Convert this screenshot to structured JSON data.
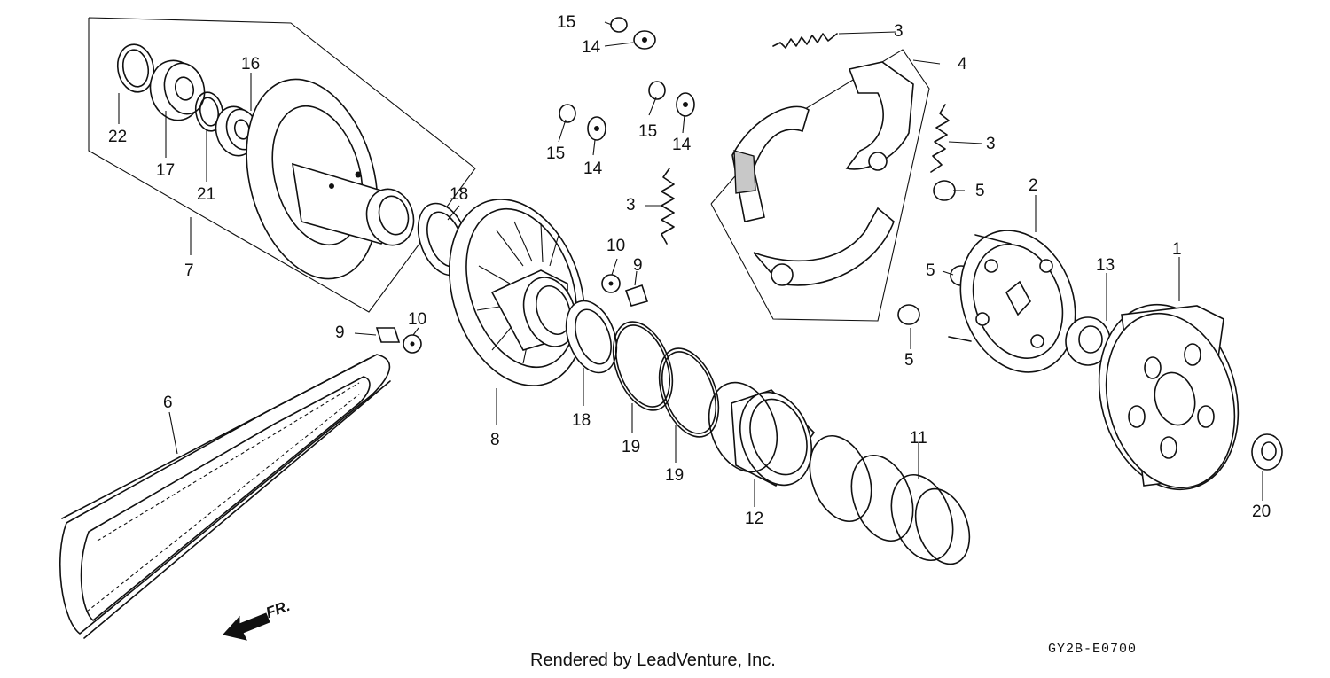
{
  "diagram": {
    "callouts": [
      {
        "id": "c1",
        "text": "1"
      },
      {
        "id": "c2",
        "text": "2"
      },
      {
        "id": "c3a",
        "text": "3"
      },
      {
        "id": "c3b",
        "text": "3"
      },
      {
        "id": "c3c",
        "text": "3"
      },
      {
        "id": "c4",
        "text": "4"
      },
      {
        "id": "c5a",
        "text": "5"
      },
      {
        "id": "c5b",
        "text": "5"
      },
      {
        "id": "c5c",
        "text": "5"
      },
      {
        "id": "c6",
        "text": "6"
      },
      {
        "id": "c7",
        "text": "7"
      },
      {
        "id": "c8",
        "text": "8"
      },
      {
        "id": "c9a",
        "text": "9"
      },
      {
        "id": "c9b",
        "text": "9"
      },
      {
        "id": "c10a",
        "text": "10"
      },
      {
        "id": "c10b",
        "text": "10"
      },
      {
        "id": "c11",
        "text": "11"
      },
      {
        "id": "c12",
        "text": "12"
      },
      {
        "id": "c13",
        "text": "13"
      },
      {
        "id": "c14a",
        "text": "14"
      },
      {
        "id": "c14b",
        "text": "14"
      },
      {
        "id": "c14c",
        "text": "14"
      },
      {
        "id": "c15a",
        "text": "15"
      },
      {
        "id": "c15b",
        "text": "15"
      },
      {
        "id": "c15c",
        "text": "15"
      },
      {
        "id": "c16",
        "text": "16"
      },
      {
        "id": "c17",
        "text": "17"
      },
      {
        "id": "c18a",
        "text": "18"
      },
      {
        "id": "c18b",
        "text": "18"
      },
      {
        "id": "c19a",
        "text": "19"
      },
      {
        "id": "c19b",
        "text": "19"
      },
      {
        "id": "c20",
        "text": "20"
      },
      {
        "id": "c21",
        "text": "21"
      },
      {
        "id": "c22",
        "text": "22"
      }
    ],
    "direction_label": "FR.",
    "credit": "Rendered by LeadVenture, Inc.",
    "drawing_code": "GY2B-E0700"
  }
}
